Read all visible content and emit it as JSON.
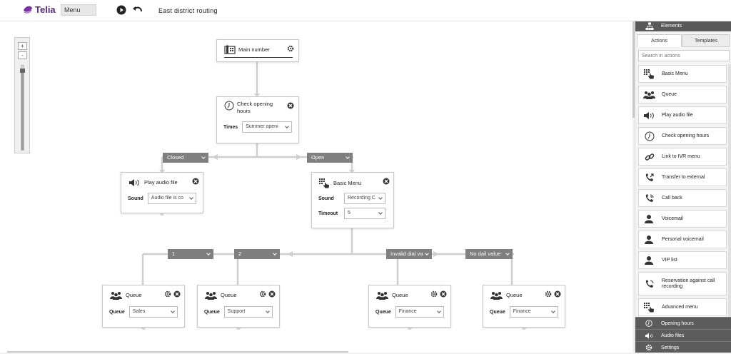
{
  "app": {
    "logo_text": "Telia",
    "brand_color": "#6a1b9a"
  },
  "topbar": {
    "menu_label": "Menu",
    "title": "East district routing",
    "play_icon": "play-icon",
    "undo_icon": "undo-icon"
  },
  "zoom": {
    "plus": "+",
    "minus": "-",
    "level": 0.95
  },
  "nodes": {
    "main_number": {
      "title": "Main number",
      "icon": "phone-icon"
    },
    "check_hours": {
      "title_line1": "Check opening",
      "title_line2": "hours",
      "times_label": "Times",
      "times_value": "Summer openi"
    },
    "play_audio": {
      "title": "Play audio file",
      "sound_label": "Sound",
      "sound_value": "Audio file is co"
    },
    "basic_menu": {
      "title": "Basic Menu",
      "sound_label": "Sound",
      "sound_value": "Recording C",
      "timeout_label": "Timeout",
      "timeout_value": "5"
    },
    "queue_sales": {
      "title": "Queue",
      "queue_label": "Queue",
      "queue_value": "Sales"
    },
    "queue_support": {
      "title": "Queue",
      "queue_label": "Queue",
      "queue_value": "Support"
    },
    "queue_finance1": {
      "title": "Queue",
      "queue_label": "Queue",
      "queue_value": "Finance"
    },
    "queue_finance2": {
      "title": "Queue",
      "queue_label": "Queue",
      "queue_value": "Finance"
    }
  },
  "branches": {
    "closed": "Closed",
    "open": "Open",
    "opt1": "1",
    "opt2": "2",
    "invalid": "Invalid dial va",
    "nodial": "No dail value"
  },
  "panel": {
    "header": "Elements",
    "tabs": [
      "Actions",
      "Templates"
    ],
    "search_placeholder": "Search in actions",
    "items": [
      {
        "label": "Basic Menu",
        "icon": "dialpad-icon"
      },
      {
        "label": "Queue",
        "icon": "queue-icon"
      },
      {
        "label": "Play audio file",
        "icon": "speaker-icon"
      },
      {
        "label": "Check opening hours",
        "icon": "clock-icon"
      },
      {
        "label": "Link to IVR menu",
        "icon": "link-icon"
      },
      {
        "label": "Transfer to external",
        "icon": "transfer-icon"
      },
      {
        "label": "Call back",
        "icon": "callback-icon"
      },
      {
        "label": "Voicemail",
        "icon": "person-icon"
      },
      {
        "label": "Personal voicemail",
        "icon": "person-icon"
      },
      {
        "label": "VIP list",
        "icon": "person-icon"
      },
      {
        "label": "Reservation against call recording",
        "icon": "phone-ring-icon"
      },
      {
        "label": "Advanced menu",
        "icon": "dialpad-icon"
      }
    ],
    "bottom": [
      "Opening hours",
      "Audio files",
      "Settings"
    ]
  }
}
